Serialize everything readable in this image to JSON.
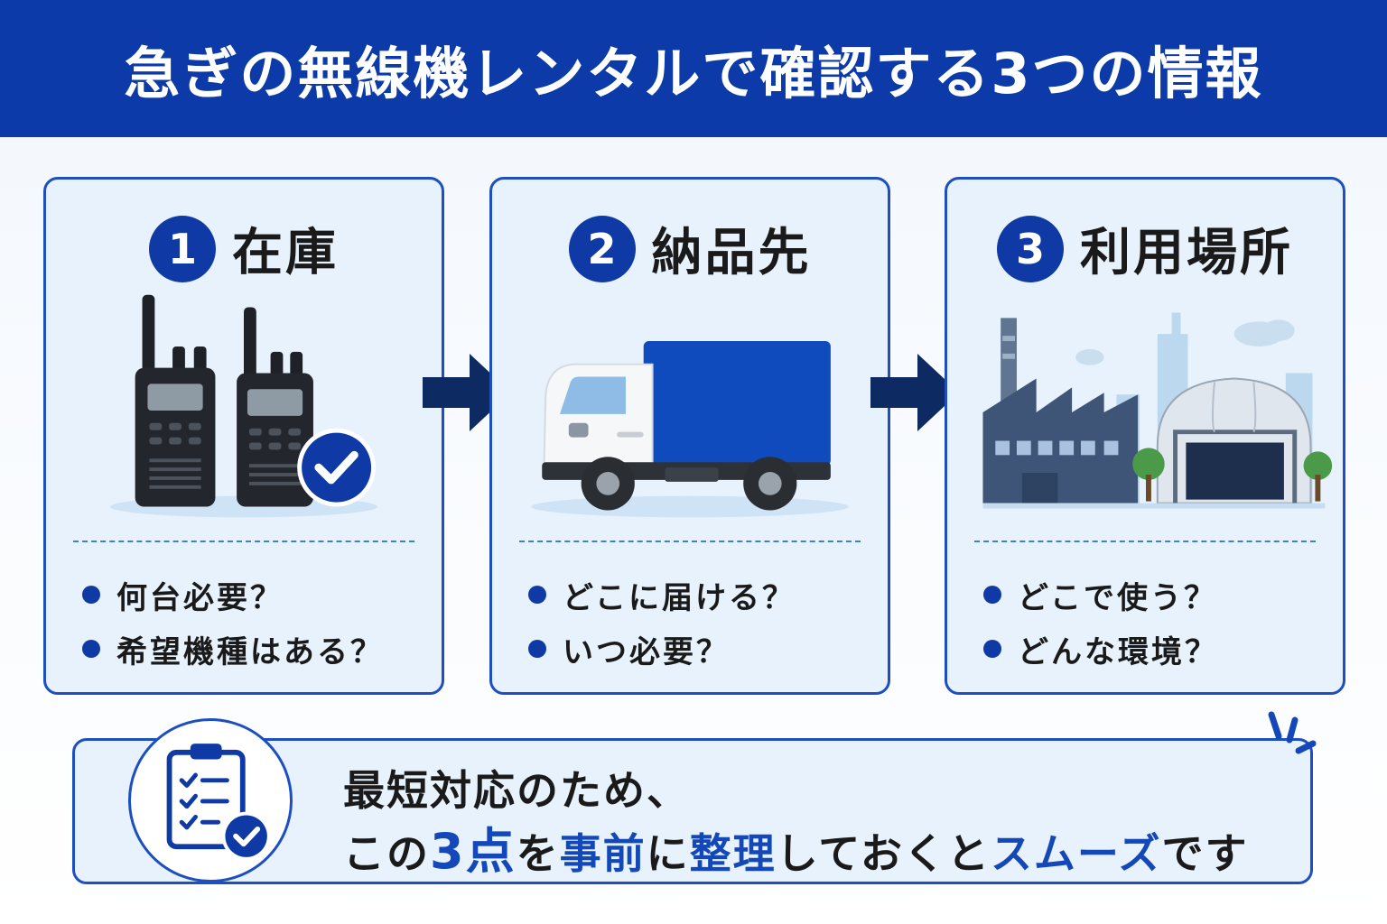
{
  "header": {
    "title": "急ぎの無線機レンタルで確認する3つの情報"
  },
  "colors": {
    "header": "#0c3aa8",
    "accent": "#1448b8",
    "card_bg": "#e7f2fc",
    "card_border": "#1d4fc0"
  },
  "cards": [
    {
      "number": "1",
      "title": "在庫",
      "illustration": "walkie-talkies-with-check-icon",
      "bullets": [
        "何台必要？",
        "希望機種はある？"
      ]
    },
    {
      "number": "2",
      "title": "納品先",
      "illustration": "delivery-truck-icon",
      "bullets": [
        "どこに届ける？",
        "いつ必要？"
      ]
    },
    {
      "number": "3",
      "title": "利用場所",
      "illustration": "factory-and-dome-venue-icon",
      "bullets": [
        "どこで使う？",
        "どんな環境？"
      ]
    }
  ],
  "note": {
    "icon": "clipboard-checklist-icon",
    "line1": "最短対応のため、",
    "line2_parts": {
      "a": "この",
      "b": "3点",
      "c": "を",
      "d": "事前",
      "e": "に",
      "f": "整理",
      "g": "しておくと",
      "h": "スムーズ",
      "i": "です"
    }
  }
}
